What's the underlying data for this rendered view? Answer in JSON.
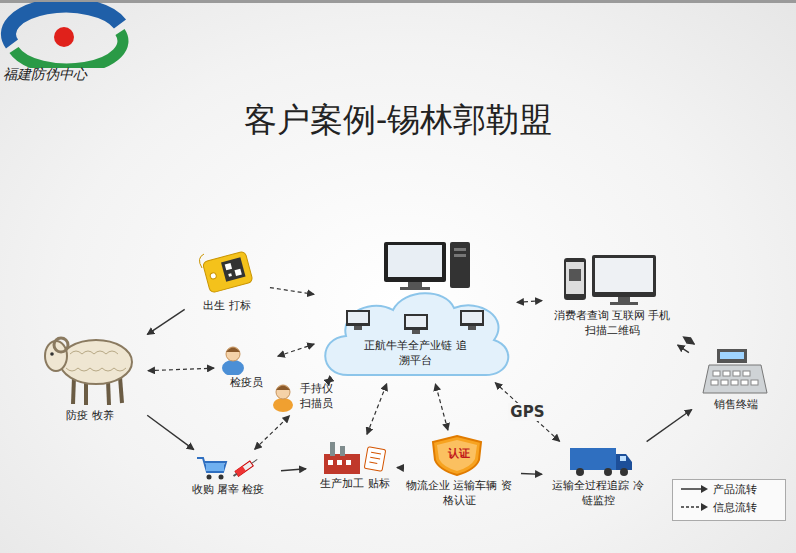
{
  "diagram": {
    "title": "客户案例-锡林郭勒盟",
    "nodes": [
      {
        "text": [
          "出生 打标"
        ]
      },
      {
        "text": [
          "防疫 牧养"
        ]
      },
      {
        "text": [
          "检疫员"
        ]
      },
      {
        "text": [
          "手持仪 扫描员"
        ]
      },
      {
        "text": [
          "正航牛羊全产业链 追溯平台"
        ]
      },
      {
        "text": [
          "消费者查询 互联网 手机扫描二维码"
        ]
      },
      {
        "text": [
          "销售终端"
        ]
      },
      {
        "text": [
          "收购 屠宰 检疫"
        ]
      },
      {
        "text": [
          "生产加工 贴标"
        ]
      },
      {
        "text": [
          "认证",
          "物流企业 运输车辆 资格认证"
        ]
      },
      {
        "text": [
          "运输全过程追踪 冷链监控"
        ]
      }
    ],
    "edges": [
      {
        "from": 0,
        "to": 1,
        "arrow": "to"
      },
      {
        "from": 1,
        "to": 7,
        "arrow": "to"
      },
      {
        "from": 7,
        "to": 8,
        "arrow": "to"
      },
      {
        "from": 8,
        "to": 9,
        "arrow": "to"
      },
      {
        "from": 9,
        "to": 10,
        "arrow": "to"
      },
      {
        "from": 10,
        "to": 6,
        "arrow": "to"
      },
      {
        "from": 6,
        "to": 5,
        "arrow": "to"
      },
      {
        "from": 0,
        "to": 4,
        "arrow": "to"
      },
      {
        "from": 1,
        "to": 2,
        "arrow": "both"
      },
      {
        "from": 2,
        "to": 4,
        "arrow": "both"
      },
      {
        "from": 7,
        "to": 3,
        "arrow": "both"
      },
      {
        "from": 3,
        "to": 4,
        "arrow": "both"
      },
      {
        "from": 8,
        "to": 4,
        "arrow": "both"
      },
      {
        "from": 9,
        "to": 4,
        "arrow": "both"
      },
      {
        "from": 10,
        "to": 4,
        "label": "GPS",
        "arrow": "both"
      },
      {
        "from": 4,
        "to": 5,
        "arrow": "both"
      },
      {
        "from": 6,
        "to": 5,
        "arrow": "both"
      }
    ],
    "labels": [
      "福建防伪中心"
    ],
    "legend": [
      {
        "text": "产品流转"
      },
      {
        "text": "信息流转"
      }
    ]
  }
}
